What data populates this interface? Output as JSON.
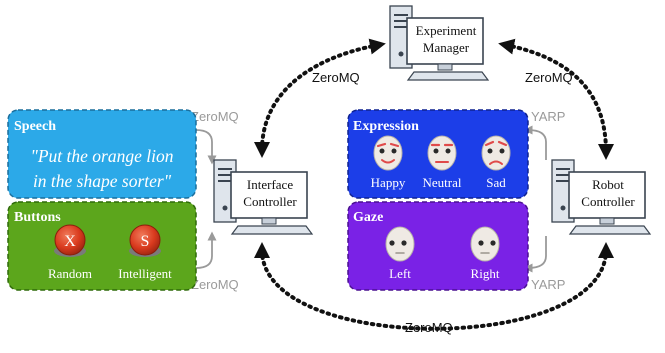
{
  "colors": {
    "speech": "#2ca9e8",
    "buttons": "#5ca61c",
    "expression": "#1c3ee8",
    "gaze": "#7a22e6",
    "link_gray": "#9a9a9a",
    "arrow_black": "#111111",
    "button_red": "#d93a1e"
  },
  "nodes": {
    "experiment_manager": {
      "line1": "Experiment",
      "line2": "Manager",
      "icon": "computer-icon"
    },
    "interface_controller": {
      "line1": "Interface",
      "line2": "Controller",
      "icon": "computer-icon"
    },
    "robot_controller": {
      "line1": "Robot",
      "line2": "Controller",
      "icon": "computer-icon"
    }
  },
  "panels": {
    "speech": {
      "title": "Speech",
      "line1": "\"Put the orange lion",
      "line2": "in the shape sorter\""
    },
    "buttons": {
      "title": "Buttons",
      "items": [
        {
          "glyph": "X",
          "label": "Random"
        },
        {
          "glyph": "S",
          "label": "Intelligent"
        }
      ]
    },
    "expression": {
      "title": "Expression",
      "items": [
        {
          "label": "Happy",
          "icon": "robot-face-happy-icon"
        },
        {
          "label": "Neutral",
          "icon": "robot-face-neutral-icon"
        },
        {
          "label": "Sad",
          "icon": "robot-face-sad-icon"
        }
      ]
    },
    "gaze": {
      "title": "Gaze",
      "items": [
        {
          "label": "Left",
          "icon": "robot-face-left-icon"
        },
        {
          "label": "Right",
          "icon": "robot-face-right-icon"
        }
      ]
    }
  },
  "links": {
    "manager_interface": "ZeroMQ",
    "manager_robot": "ZeroMQ",
    "speech_interface": "ZeroMQ",
    "buttons_interface": "ZeroMQ",
    "expression_robot": "YARP",
    "gaze_robot": "YARP",
    "interface_robot": "ZeroMQ"
  }
}
